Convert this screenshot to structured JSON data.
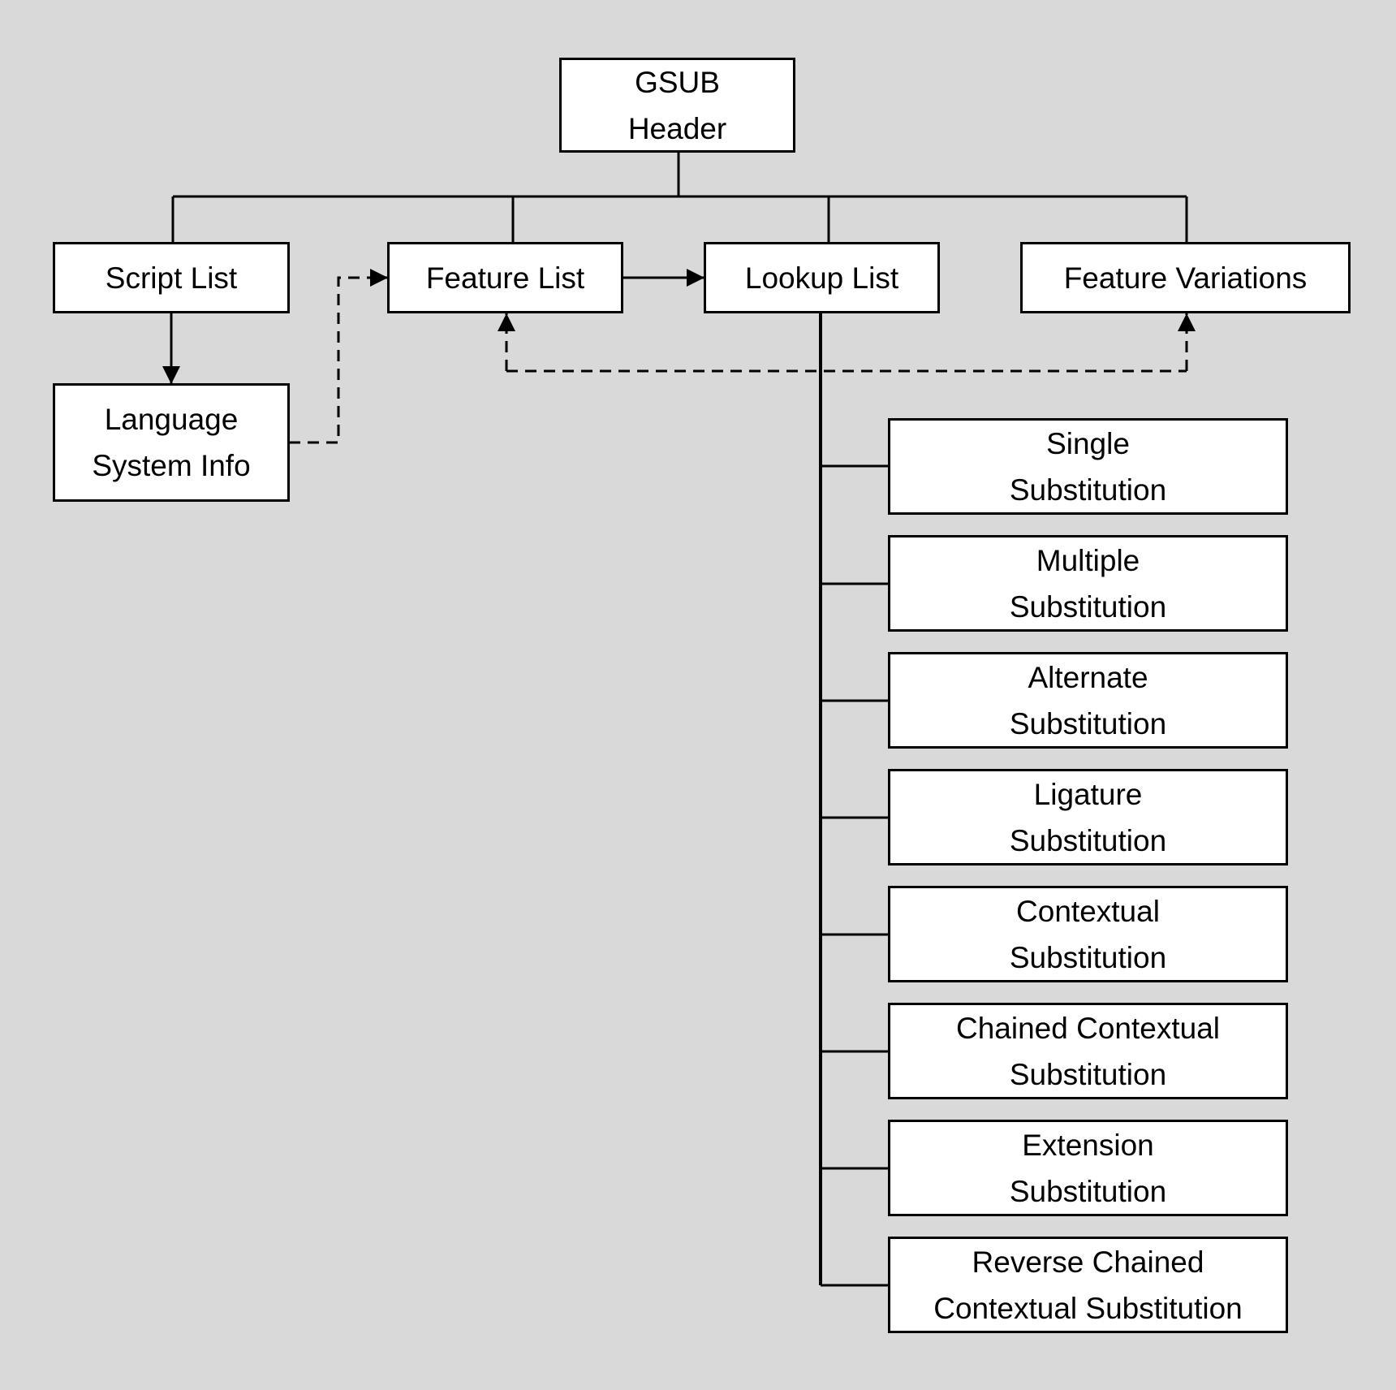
{
  "diagram": {
    "header": {
      "line1": "GSUB",
      "line2": "Header"
    },
    "script_list": "Script List",
    "feature_list": "Feature List",
    "lookup_list": "Lookup List",
    "feature_variations": "Feature Variations",
    "language_system": {
      "line1": "Language",
      "line2": "System Info"
    },
    "subtables": [
      {
        "line1": "Single",
        "line2": "Substitution"
      },
      {
        "line1": "Multiple",
        "line2": "Substitution"
      },
      {
        "line1": "Alternate",
        "line2": "Substitution"
      },
      {
        "line1": "Ligature",
        "line2": "Substitution"
      },
      {
        "line1": "Contextual",
        "line2": "Substitution"
      },
      {
        "line1": "Chained Contextual",
        "line2": "Substitution"
      },
      {
        "line1": "Extension",
        "line2": "Substitution"
      },
      {
        "line1": "Reverse Chained",
        "line2": "Contextual Substitution"
      }
    ]
  },
  "colors": {
    "background": "#d9d9d9",
    "box_fill": "#ffffff",
    "line": "#000000"
  }
}
